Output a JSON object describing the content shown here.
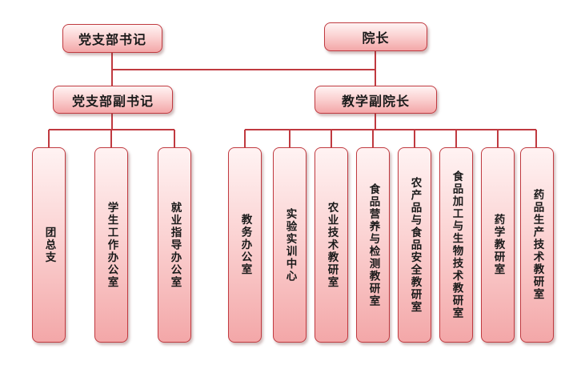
{
  "top": {
    "party_secretary": "党支部书记",
    "dean": "院长"
  },
  "mid": {
    "deputy_party_secretary": "党支部副书记",
    "teaching_vice_dean": "教学副院长"
  },
  "units_left": [
    {
      "id": "youth-league",
      "label": "团总支"
    },
    {
      "id": "student-affairs",
      "label": "学生工作办公室"
    },
    {
      "id": "employment-guidance",
      "label": "就业指导办公室"
    }
  ],
  "units_right": [
    {
      "id": "academic-affairs",
      "label": "教务办公室"
    },
    {
      "id": "lab-training-center",
      "label": "实验实训中心"
    },
    {
      "id": "agri-tech-lab",
      "label": "农业技术教研室"
    },
    {
      "id": "food-nutrition-lab",
      "label": "食品营养与检测教研室"
    },
    {
      "id": "agri-food-safety-lab",
      "label": "农产品与食品安全教研室"
    },
    {
      "id": "food-biotech-lab",
      "label": "食品加工与生物技术教研室"
    },
    {
      "id": "pharmacy-lab",
      "label": "药学教研室"
    },
    {
      "id": "drug-production-lab",
      "label": "药品生产技术教研室"
    }
  ],
  "colors": {
    "line": "#c03a40",
    "border": "#c03a40",
    "fill_top": "#fff3f3",
    "fill_bottom": "#f3a7a8"
  }
}
